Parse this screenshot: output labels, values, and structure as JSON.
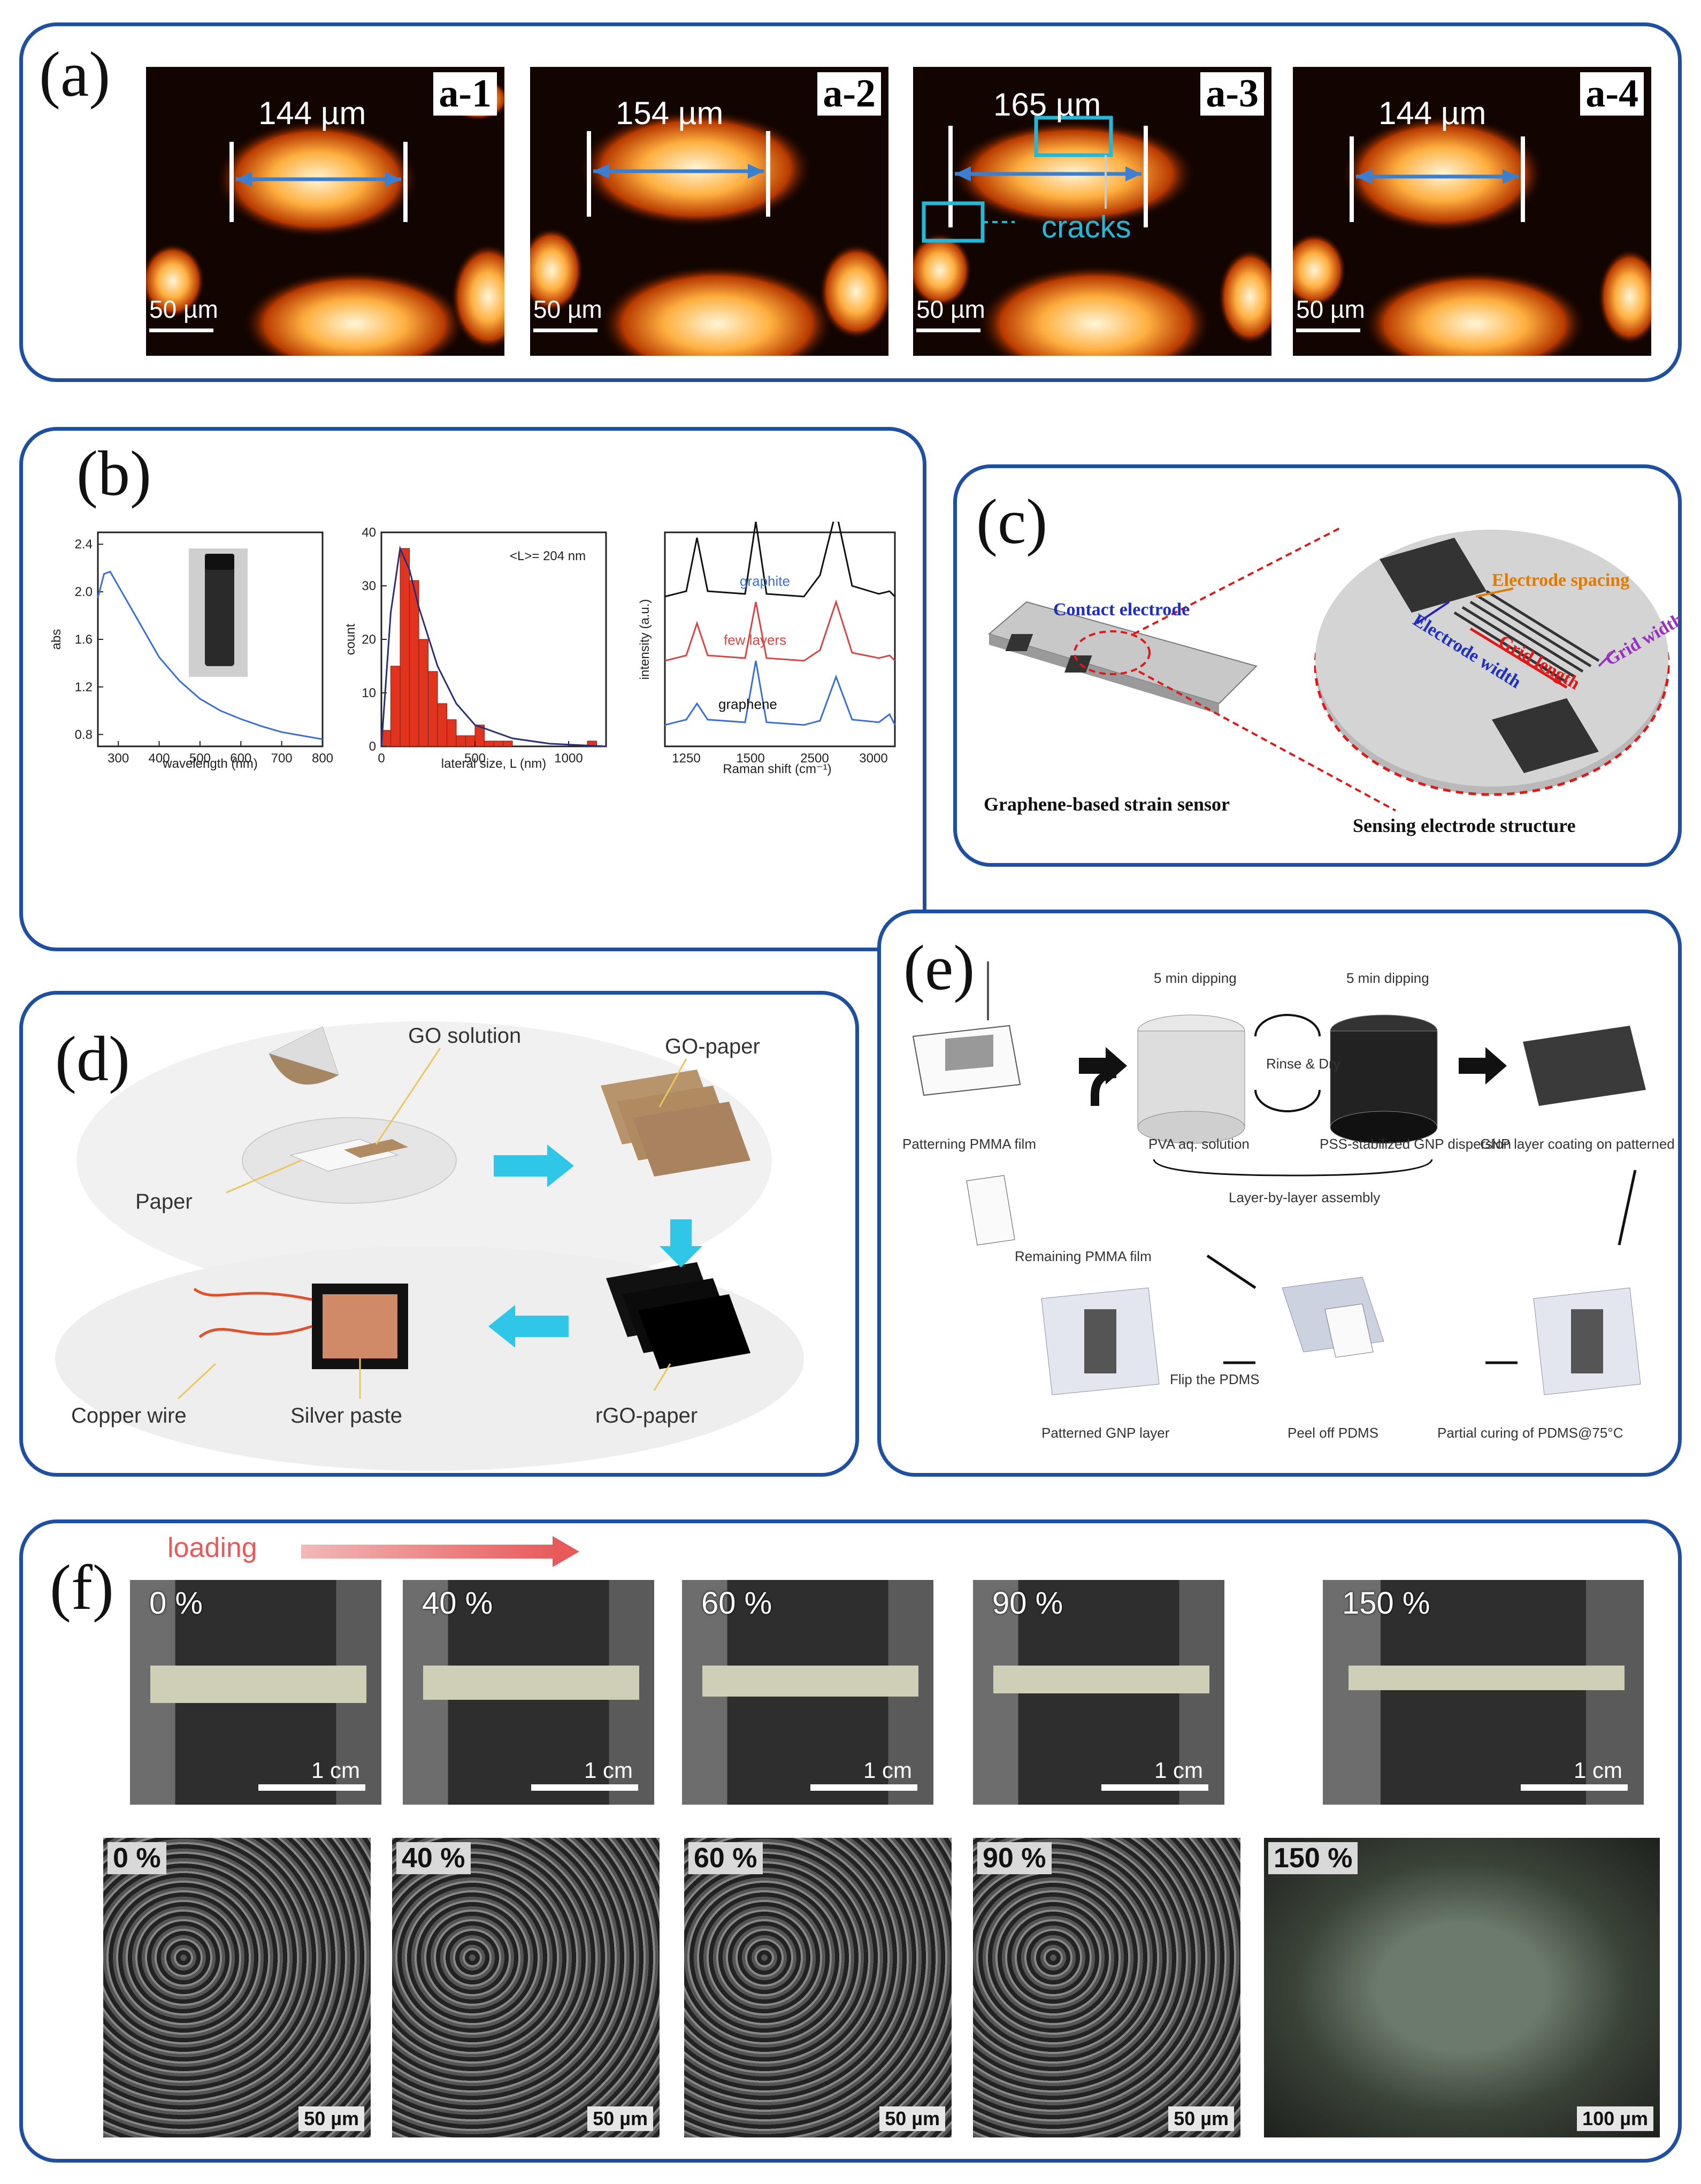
{
  "panels": {
    "a": {
      "label": "(a)",
      "images": [
        {
          "tag": "a-1",
          "measure": "144 µm",
          "scale": "50 µm"
        },
        {
          "tag": "a-2",
          "measure": "154 µm",
          "scale": "50 µm"
        },
        {
          "tag": "a-3",
          "measure": "165 µm",
          "scale": "50 µm",
          "annotation": "cracks"
        },
        {
          "tag": "a-4",
          "measure": "144 µm",
          "scale": "50 µm"
        }
      ]
    },
    "b": {
      "label": "(b)",
      "chart_data": [
        {
          "type": "line",
          "xlabel": "wavelength (nm)",
          "ylabel": "abs",
          "xlim": [
            250,
            800
          ],
          "ylim": [
            0.7,
            2.5
          ],
          "xticks": [
            300,
            400,
            500,
            600,
            700,
            800
          ],
          "yticks": [
            0.8,
            1.2,
            1.6,
            2.0,
            2.4
          ],
          "series": [
            {
              "x": [
                250,
                265,
                280,
                300,
                350,
                400,
                450,
                500,
                550,
                600,
                650,
                700,
                750,
                800
              ],
              "y": [
                1.95,
                2.15,
                2.17,
                2.05,
                1.75,
                1.45,
                1.25,
                1.1,
                1.0,
                0.93,
                0.87,
                0.82,
                0.79,
                0.76
              ],
              "color": "#3a6fd8"
            }
          ]
        },
        {
          "type": "bar",
          "xlabel": "lateral size, L (nm)",
          "ylabel": "count",
          "annotation": "<L>= 204 nm",
          "xlim": [
            0,
            1200
          ],
          "ylim": [
            0,
            40
          ],
          "xticks": [
            0,
            500,
            1000
          ],
          "yticks": [
            0,
            10,
            20,
            30,
            40
          ],
          "bin_centers": [
            25,
            75,
            125,
            175,
            225,
            275,
            325,
            375,
            425,
            475,
            525,
            575,
            625,
            675,
            725,
            1125
          ],
          "values": [
            3,
            15,
            37,
            31,
            20,
            14,
            8,
            5,
            2,
            2,
            4,
            1,
            1,
            1,
            0,
            1
          ],
          "fit": {
            "x": [
              0,
              50,
              100,
              150,
              200,
              300,
              400,
              500,
              700,
              900,
              1200
            ],
            "y": [
              0,
              25,
              37,
              33,
              26,
              15,
              8,
              4,
              1.5,
              0.5,
              0
            ]
          }
        },
        {
          "type": "line",
          "xlabel": "Raman shift (cm⁻¹)",
          "ylabel": "intensity (a.u.)",
          "xticks": [
            1250,
            1500,
            2500,
            3000
          ],
          "series": [
            {
              "name": "graphite",
              "color": "#3a6fd8",
              "offset": 2
            },
            {
              "name": "few layers",
              "color": "#d84545",
              "offset": 1
            },
            {
              "name": "graphene",
              "color": "#111111",
              "offset": 0
            }
          ]
        }
      ]
    },
    "c": {
      "label": "(c)",
      "labels": {
        "contact": "Contact electrode",
        "spacing": "Electrode spacing",
        "width": "Electrode width",
        "grid_length": "Grid length",
        "grid_width": "Grid width",
        "left_caption": "Graphene-based strain sensor",
        "right_caption": "Sensing electrode structure"
      }
    },
    "d": {
      "label": "(d)",
      "labels": {
        "go_solution": "GO solution",
        "go_paper": "GO-paper",
        "paper": "Paper",
        "rgo_paper": "rGO-paper",
        "copper": "Copper wire",
        "silver": "Silver paste"
      }
    },
    "e": {
      "label": "(e)",
      "labels": {
        "dip1": "5 min dipping",
        "dip2": "5 min dipping",
        "rinse": "Rinse & Dry",
        "pattern": "Patterning PMMA film",
        "pva": "PVA aq. solution",
        "pss": "PSS-stabilized GNP dispersion",
        "coating": "GNP layer coating on patterned PMMA film",
        "lbl": "Layer-by-layer assembly",
        "remaining": "Remaining PMMA film",
        "flip": "Flip the PDMS",
        "patterned": "Patterned GNP layer",
        "peel": "Peel off PDMS",
        "curing": "Partial curing of PDMS@75°C"
      }
    },
    "f": {
      "label": "(f)",
      "loading": "loading",
      "photos": [
        {
          "pct": "0 %",
          "scale": "1 cm"
        },
        {
          "pct": "40 %",
          "scale": "1 cm"
        },
        {
          "pct": "60 %",
          "scale": "1 cm"
        },
        {
          "pct": "90 %",
          "scale": "1 cm"
        },
        {
          "pct": "150 %",
          "scale": "1 cm"
        }
      ],
      "sem": [
        {
          "pct": "0 %",
          "scale": "50 µm"
        },
        {
          "pct": "40 %",
          "scale": "50 µm"
        },
        {
          "pct": "60 %",
          "scale": "50 µm"
        },
        {
          "pct": "90 %",
          "scale": "50 µm"
        },
        {
          "pct": "150 %",
          "scale": "100 µm"
        }
      ]
    }
  }
}
